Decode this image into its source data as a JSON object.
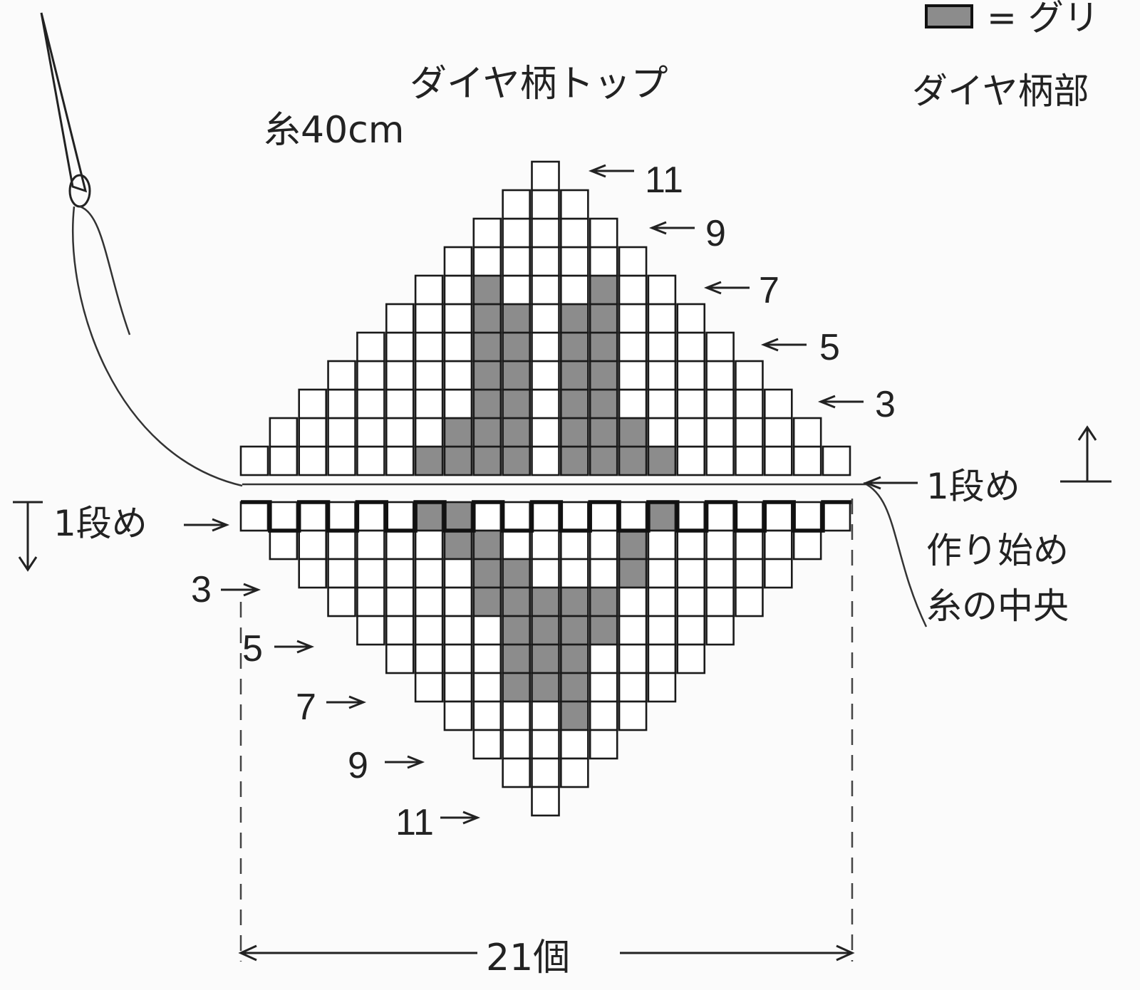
{
  "title": "ダイヤ柄トップ",
  "thread_length": "糸40cm",
  "legend": {
    "swatch_color": "#8c8c8c",
    "text": "= グリ",
    "pattern_label": "ダイヤ柄部"
  },
  "right_labels": {
    "row1": "1段め",
    "start_line1": "作り始め",
    "start_line2": "糸の中央"
  },
  "left_label": "1段め",
  "upper_counts": [
    "11",
    "9",
    "7",
    "5",
    "3"
  ],
  "lower_counts": [
    "3",
    "5",
    "7",
    "9",
    "11"
  ],
  "width_label": "21個",
  "colors": {
    "bead_white": "#ffffff",
    "bead_gray": "#8c8c8c",
    "outline": "#111111"
  }
}
